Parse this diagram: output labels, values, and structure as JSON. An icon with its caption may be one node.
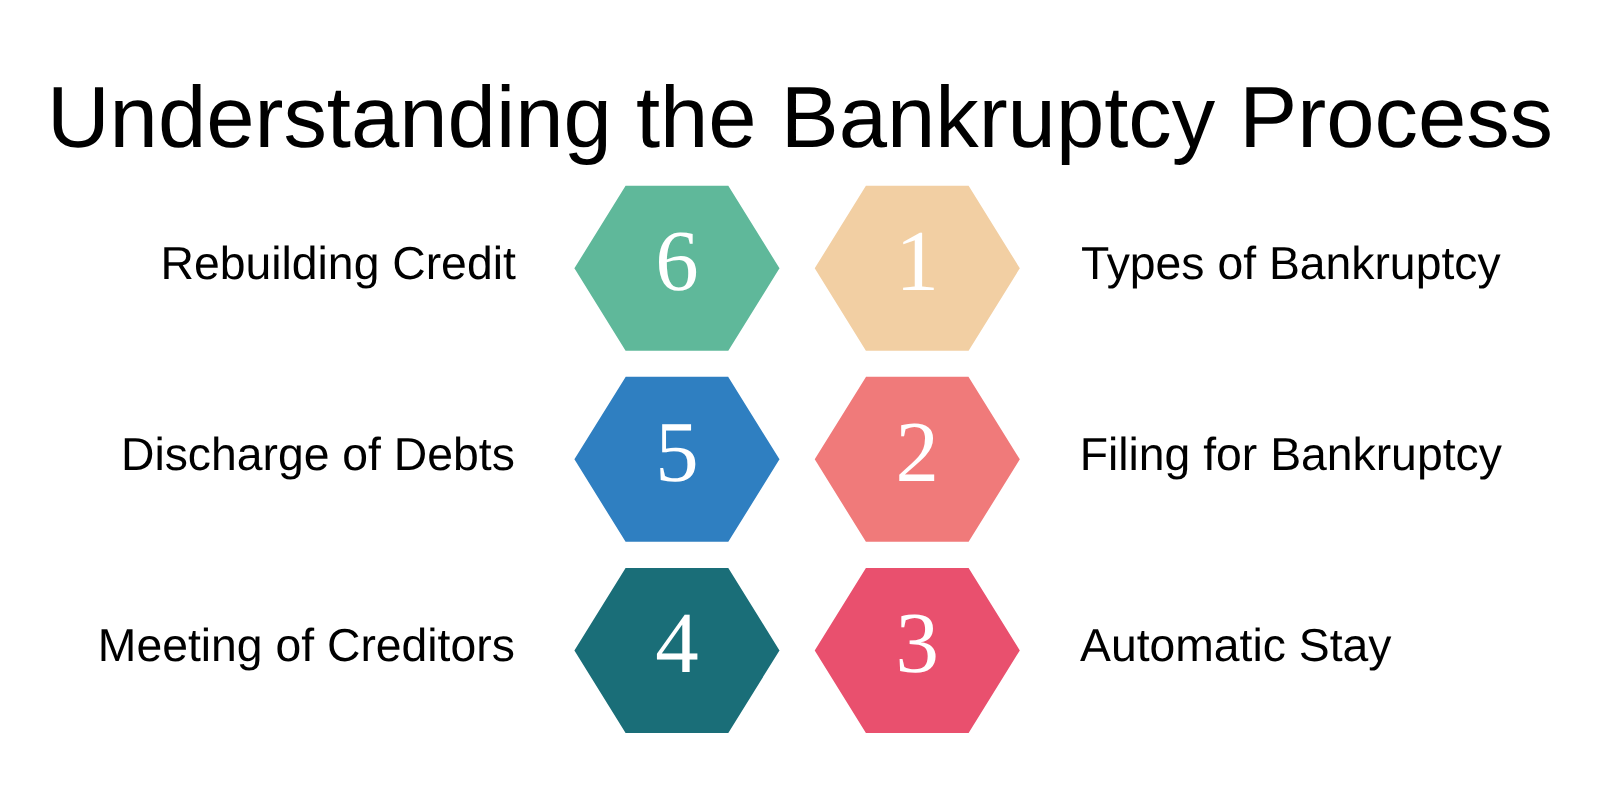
{
  "diagram": {
    "title": "Understanding the Bankruptcy Process",
    "nodes": [
      {
        "text": [
          "1"
        ],
        "beside": [
          "Types of Bankruptcy"
        ]
      },
      {
        "text": [
          "2"
        ],
        "beside": [
          "Filing for Bankruptcy"
        ]
      },
      {
        "text": [
          "3"
        ],
        "beside": [
          "Automatic Stay"
        ]
      },
      {
        "text": [
          "4"
        ],
        "beside": [
          "Meeting of Creditors"
        ]
      },
      {
        "text": [
          "5"
        ],
        "beside": [
          "Discharge of Debts"
        ]
      },
      {
        "text": [
          "6"
        ],
        "beside": [
          "Rebuilding Credit"
        ]
      }
    ],
    "edges": []
  }
}
